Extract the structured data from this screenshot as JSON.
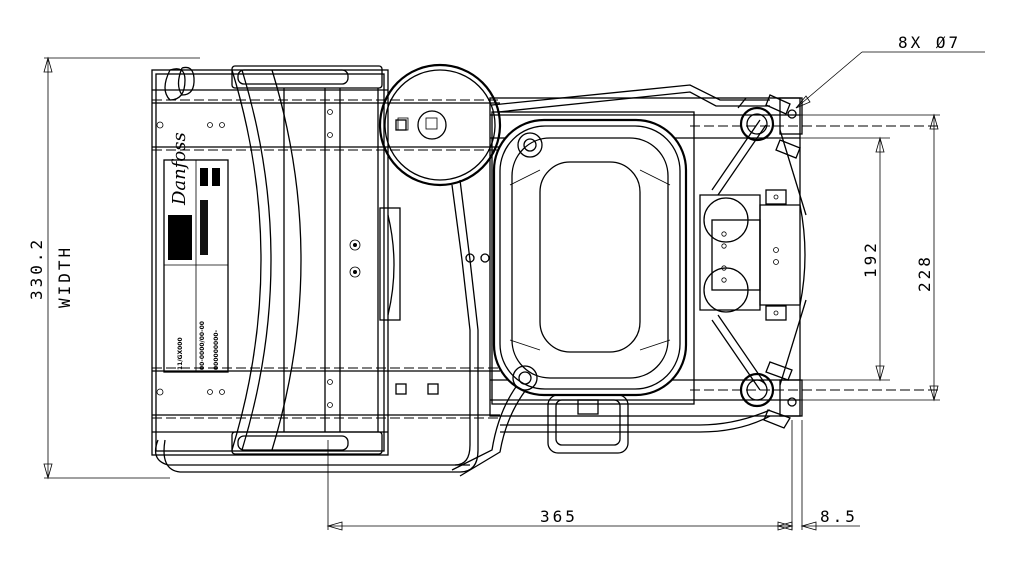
{
  "dimensions": {
    "width_value": "330.2",
    "width_label": "WIDTH",
    "length_value": "365",
    "offset_value": "8.5",
    "inner_height_value": "192",
    "outer_height_value": "228",
    "holes_callout": "8X Ø7"
  },
  "nameplate": {
    "logo": "Danfoss",
    "model": "11/GX000",
    "lines": [
      "00-0000/00-00",
      "000000000-"
    ]
  }
}
